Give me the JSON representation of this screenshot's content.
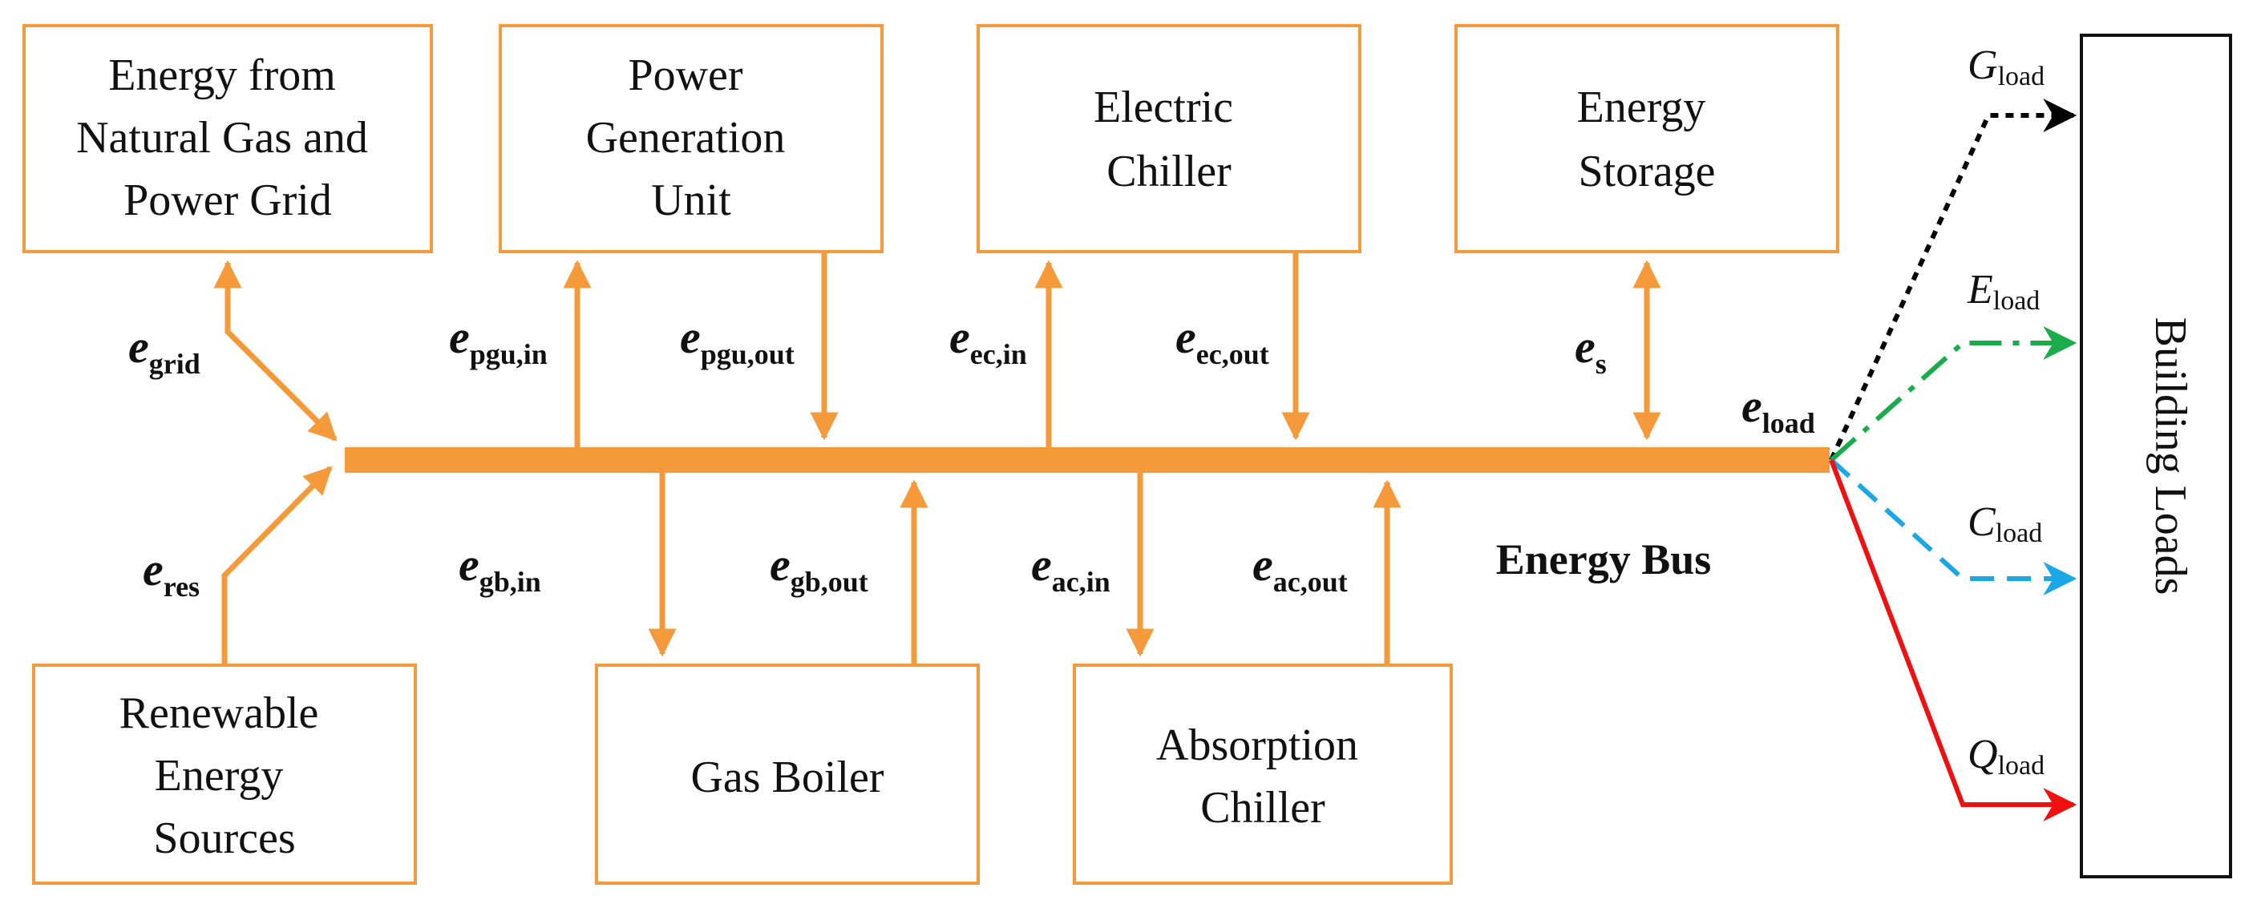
{
  "colors": {
    "energy_flow": "#f59a3a",
    "gas_load": "#000000",
    "electric_load": "#1aab4a",
    "cooling_load": "#1aa7e6",
    "heating_load": "#f01010",
    "loads_border": "#111111"
  },
  "components": {
    "natural_gas_grid": [
      "Energy from",
      "Natural Gas and",
      "Power Grid"
    ],
    "pgu": [
      "Power",
      "Generation",
      "Unit"
    ],
    "electric_chiller": [
      "Electric",
      "Chiller"
    ],
    "energy_storage": [
      "Energy",
      "Storage"
    ],
    "renewable": [
      "Renewable",
      "Energy",
      "Sources"
    ],
    "gas_boiler": [
      "Gas Boiler"
    ],
    "absorption_chiller": [
      "Absorption",
      "Chiller"
    ]
  },
  "building_loads": "Building Loads",
  "bus_label": "Energy Bus",
  "flows": {
    "grid": {
      "main": "e",
      "sub": "grid"
    },
    "res": {
      "main": "e",
      "sub": "res"
    },
    "pgu_in": {
      "main": "e",
      "sub": "pgu,in"
    },
    "pgu_out": {
      "main": "e",
      "sub": "pgu,out"
    },
    "ec_in": {
      "main": "e",
      "sub": "ec,in"
    },
    "ec_out": {
      "main": "e",
      "sub": "ec,out"
    },
    "s": {
      "main": "e",
      "sub": "s"
    },
    "load": {
      "main": "e",
      "sub": "load"
    },
    "gb_in": {
      "main": "e",
      "sub": "gb,in"
    },
    "gb_out": {
      "main": "e",
      "sub": "gb,out"
    },
    "ac_in": {
      "main": "e",
      "sub": "ac,in"
    },
    "ac_out": {
      "main": "e",
      "sub": "ac,out"
    }
  },
  "loads": {
    "gas": {
      "main": "G",
      "sub": "load"
    },
    "electric": {
      "main": "E",
      "sub": "load"
    },
    "cooling": {
      "main": "C",
      "sub": "load"
    },
    "heating": {
      "main": "Q",
      "sub": "load"
    }
  }
}
